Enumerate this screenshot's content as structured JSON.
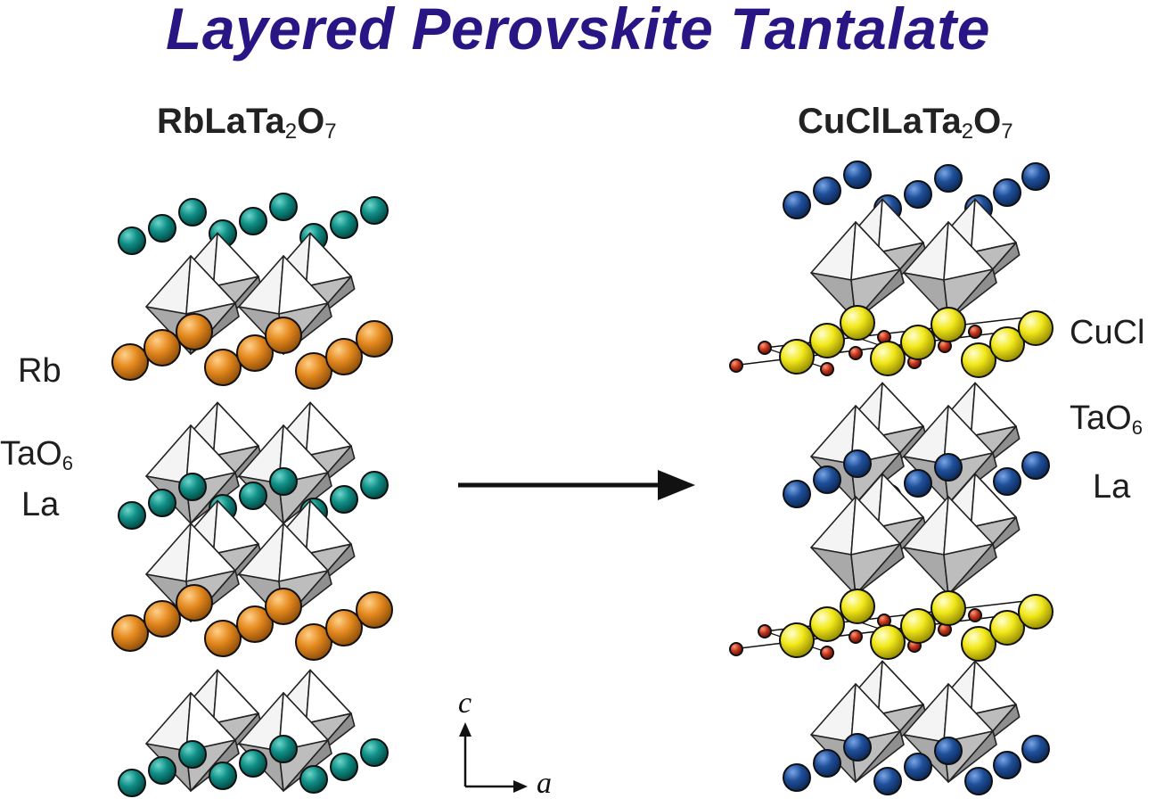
{
  "title": "Layered Perovskite Tantalate",
  "left_structure": {
    "formula_main": "RbLaTa",
    "formula_sub1": "2",
    "formula_o": "O",
    "formula_sub2": "7",
    "label_rb": "Rb",
    "label_tao": "TaO",
    "label_tao_sub": "6",
    "label_la": "La"
  },
  "right_structure": {
    "formula_main": "CuClLaTa",
    "formula_sub1": "2",
    "formula_o": "O",
    "formula_sub2": "7",
    "label_cucl": "CuCl",
    "label_tao": "TaO",
    "label_tao_sub": "6",
    "label_la": "La"
  },
  "axes": {
    "vertical": "c",
    "horizontal": "a"
  },
  "colors": {
    "title": "#2a1584",
    "rb_atom": "#e58a1f",
    "la_atom_left": "#0f8f86",
    "la_atom_right": "#1f4f9a",
    "cu_atom": "#f2e81a",
    "cl_atom": "#c0321a",
    "octahedron_light": "#f4f4f4",
    "octahedron_dark": "#a9a9a9"
  }
}
